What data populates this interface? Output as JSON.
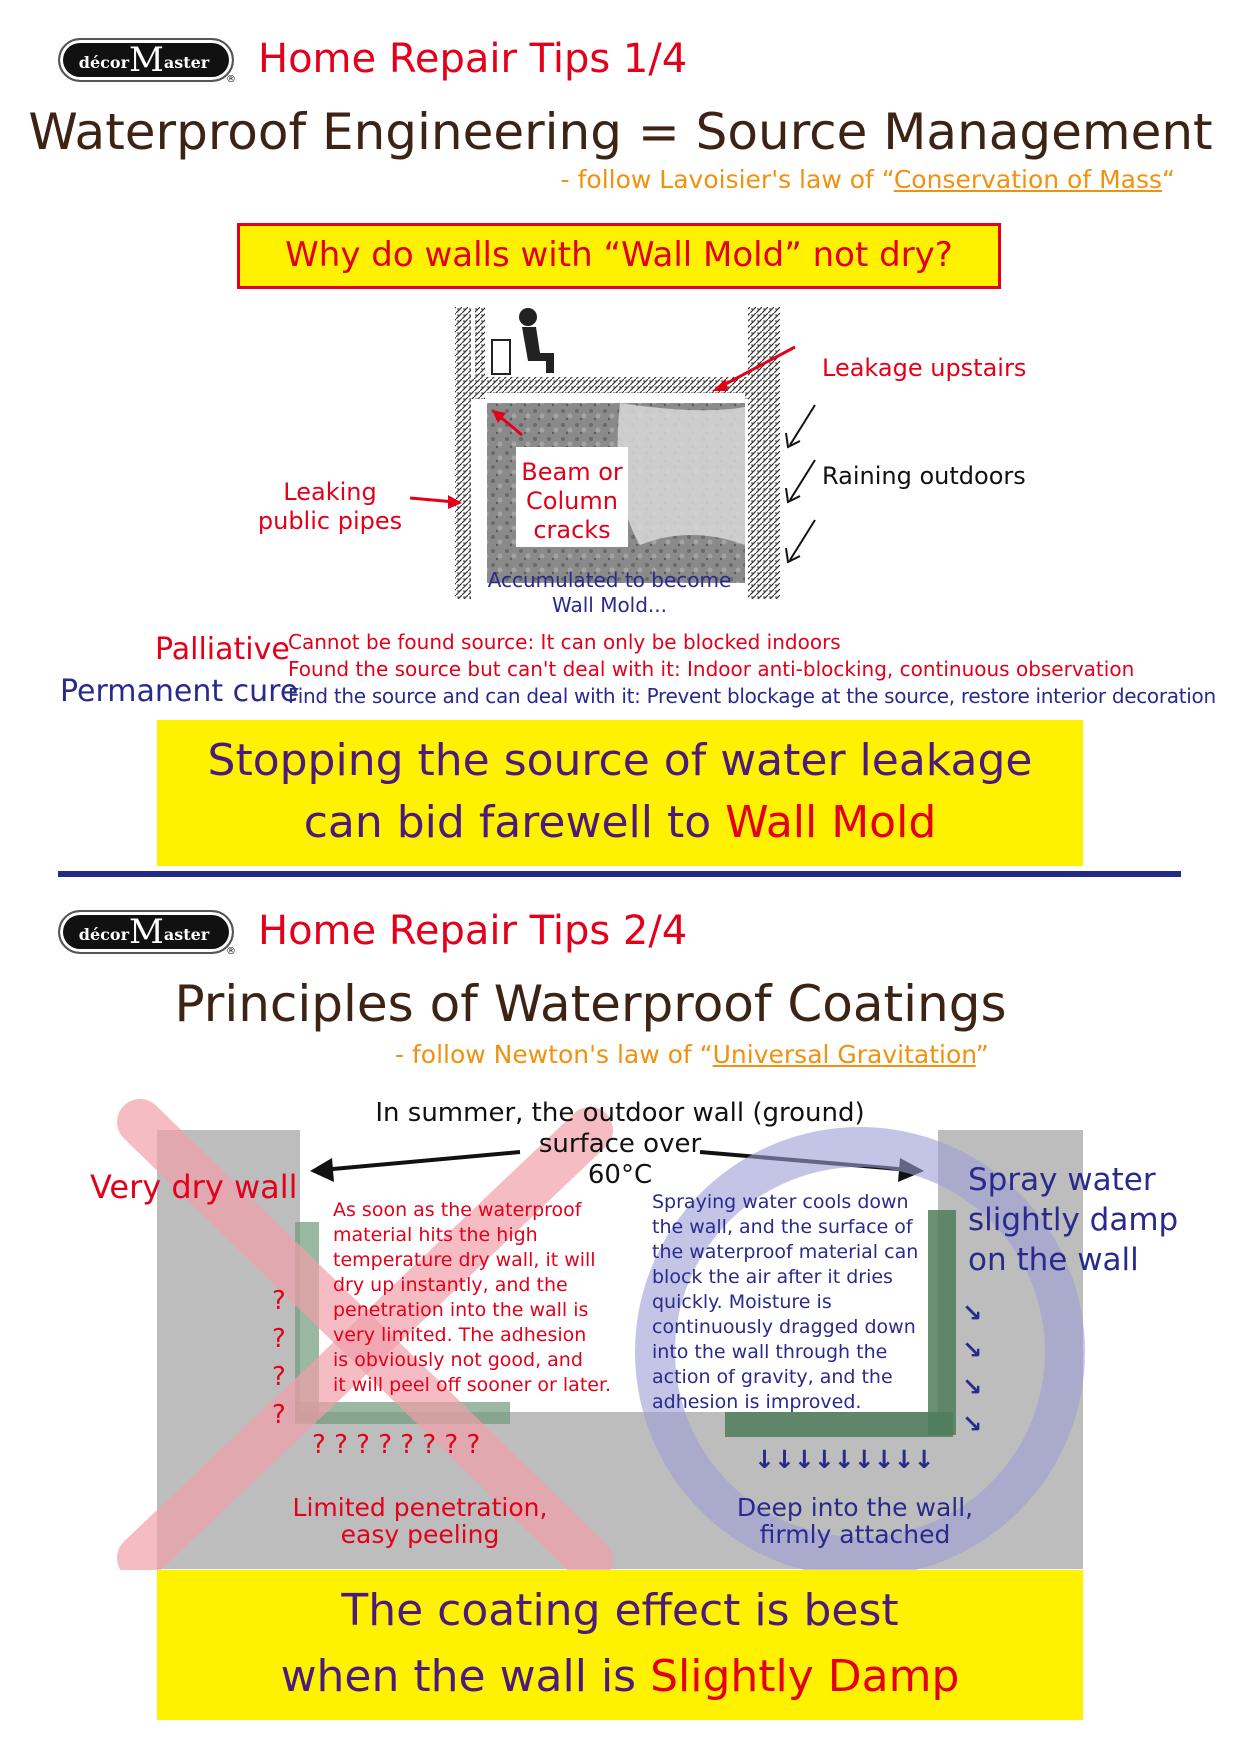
{
  "brand": {
    "logo_text_a": "décor",
    "logo_text_b": "M",
    "logo_text_c": "aster",
    "reg_mark": "®"
  },
  "colors": {
    "red": "#e3001b",
    "navy": "#2a2a8c",
    "brown": "#3d2314",
    "orange": "#f0910f",
    "yellow": "#fff200",
    "purple": "#4b1a7a",
    "gray_wall": "#bdbdbd",
    "green_coat": "#6f9a7a"
  },
  "tip1": {
    "heading": "Home Repair Tips 1/4",
    "title": "Waterproof Engineering = Source Management",
    "law_prefix": "- follow Lavoisier's law of “",
    "law_link": "Conservation of Mass",
    "law_suffix": "“",
    "question": "Why do walls with “Wall Mold” not dry?",
    "labels": {
      "leakage_upstairs": "Leakage upstairs",
      "raining_outdoors": "Raining outdoors",
      "leaking_pipes_1": "Leaking",
      "leaking_pipes_2": "public pipes",
      "beam_1": "Beam or",
      "beam_2": "Column",
      "beam_3": "cracks",
      "accum_1": "Accumulated to become",
      "accum_2": "Wall Mold..."
    },
    "palliative_label": "Palliative",
    "palliative_line1": "Cannot be found source: It can only be blocked indoors",
    "palliative_line2": "Found the source but can't deal with it: Indoor anti-blocking, continuous observation",
    "permanent_label": "Permanent cure",
    "permanent_line": "Find the source and can deal with it: Prevent blockage at the source, restore interior decoration",
    "banner_line1": "Stopping the source of water leakage",
    "banner_line2_a": "can bid farewell to ",
    "banner_line2_b": "Wall Mold"
  },
  "tip2": {
    "heading": "Home Repair Tips 2/4",
    "title": "Principles of Waterproof Coatings",
    "law_prefix": "- follow Newton's law of “",
    "law_link": "Universal Gravitation",
    "law_suffix": "”",
    "summer_1": "In summer, the outdoor wall (ground)",
    "summer_2": "surface over",
    "summer_3": "60°C",
    "very_dry": "Very dry wall",
    "spray_1": "Spray water",
    "spray_2": "slightly damp",
    "spray_3": "on the wall",
    "left_desc": [
      "As soon as the waterproof",
      "material hits the high",
      "temperature dry wall, it will",
      "dry up instantly, and the",
      "penetration into the wall is",
      "very limited. The adhesion",
      "is obviously not good, and",
      "it will peel off sooner or later."
    ],
    "right_desc": [
      "Spraying water cools down",
      "the wall, and the surface of",
      "the waterproof material can",
      "block the air after it dries",
      "quickly. Moisture is",
      "continuously dragged down",
      "into the wall through the",
      "action of gravity, and the",
      "adhesion is improved."
    ],
    "question_marks": "? ? ? ? ? ? ? ?",
    "qmark": "?",
    "limited_1": "Limited penetration,",
    "limited_2": "easy peeling",
    "deep_1": "Deep into the wall,",
    "deep_2": "firmly attached",
    "down_arrows": "↓↓↓↓↓↓↓↓↓",
    "diag_arrow": "↘",
    "banner_line1": "The coating effect is best",
    "banner_line2_a": "when the wall is ",
    "banner_line2_b": "Slightly Damp"
  }
}
